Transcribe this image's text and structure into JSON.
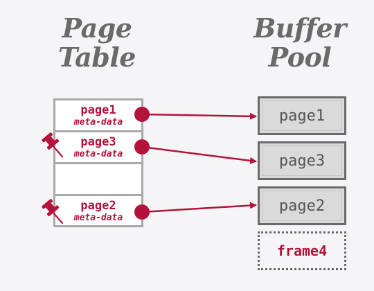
{
  "page_table": {
    "heading_line1": "Page",
    "heading_line2": "Table",
    "entries": [
      {
        "name": "page1",
        "meta": "meta-data",
        "pinned": false
      },
      {
        "name": "page3",
        "meta": "meta-data",
        "pinned": true
      },
      {
        "name": "page2",
        "meta": "meta-data",
        "pinned": true
      }
    ]
  },
  "buffer_pool": {
    "heading_line1": "Buffer",
    "heading_line2": "Pool",
    "frames": [
      "page1",
      "page3",
      "page2"
    ],
    "free_frame": "frame4"
  },
  "colors": {
    "accent": "#b3123a",
    "heading": "#6a6a6a",
    "frame_fill": "#dadada",
    "table_border": "#a8a8a8"
  }
}
